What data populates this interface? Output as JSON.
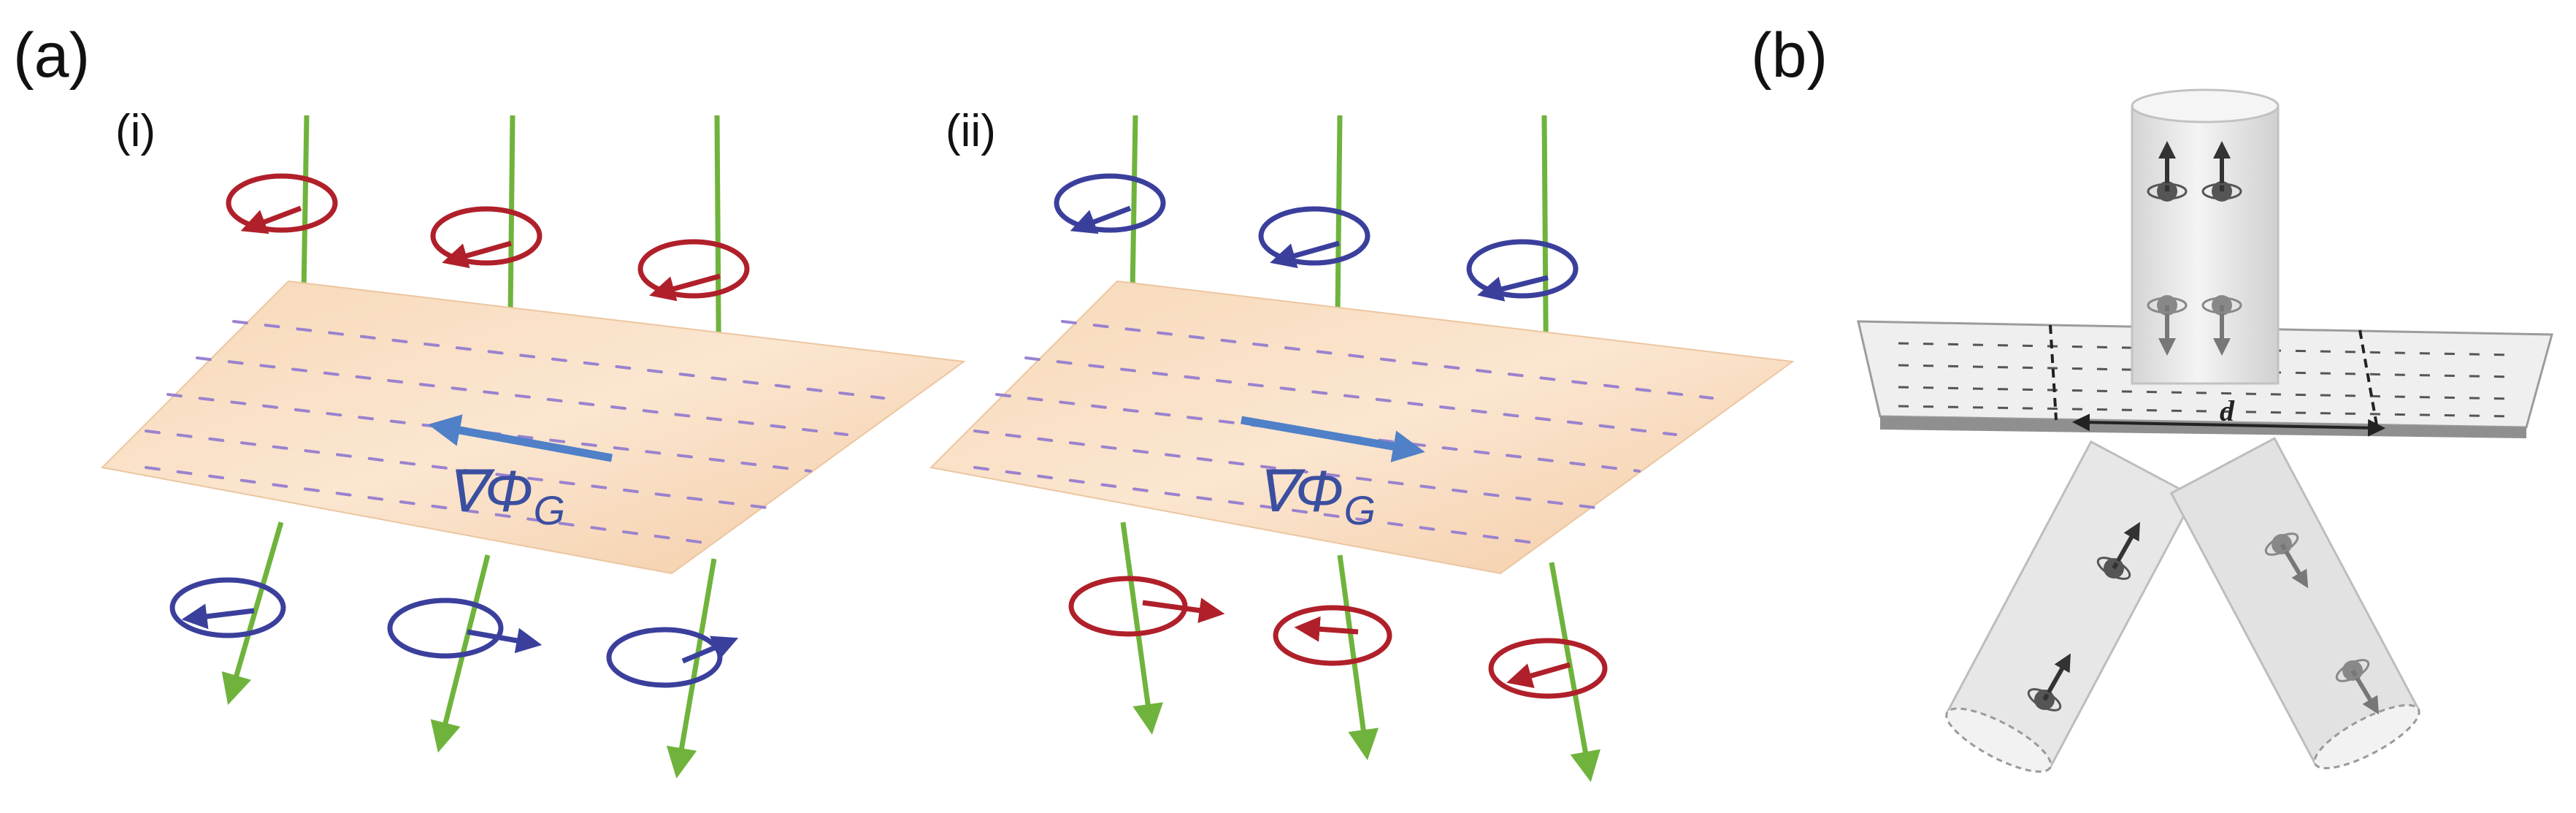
{
  "figure": {
    "panel_a_label": "(a)",
    "panel_b_label": "(b)",
    "subpanel_i_label": "(i)",
    "subpanel_ii_label": "(ii)",
    "gradient_symbol": "∇Φ",
    "gradient_subscript": "G",
    "distance_label": "d"
  },
  "colors": {
    "beam": "#6fb33c",
    "rcp_red": "#b0202a",
    "lcp_blue": "#3b3f9c",
    "plate": "#f6d2b0",
    "plate_lines": "#9a82cf",
    "gradient_arrow": "#4f80c8",
    "gradient_text": "#3b4fa0",
    "cylinder": "#e6e6e6",
    "metasurface": "#d9d9d9"
  },
  "panels": {
    "i": {
      "incident": "red",
      "transmitted": "blue",
      "gradient_direction": "left"
    },
    "ii": {
      "incident": "blue",
      "transmitted": "red",
      "gradient_direction": "right"
    },
    "b": {
      "description_icons": [
        "spin-up-particle",
        "spin-down-particle"
      ]
    }
  }
}
